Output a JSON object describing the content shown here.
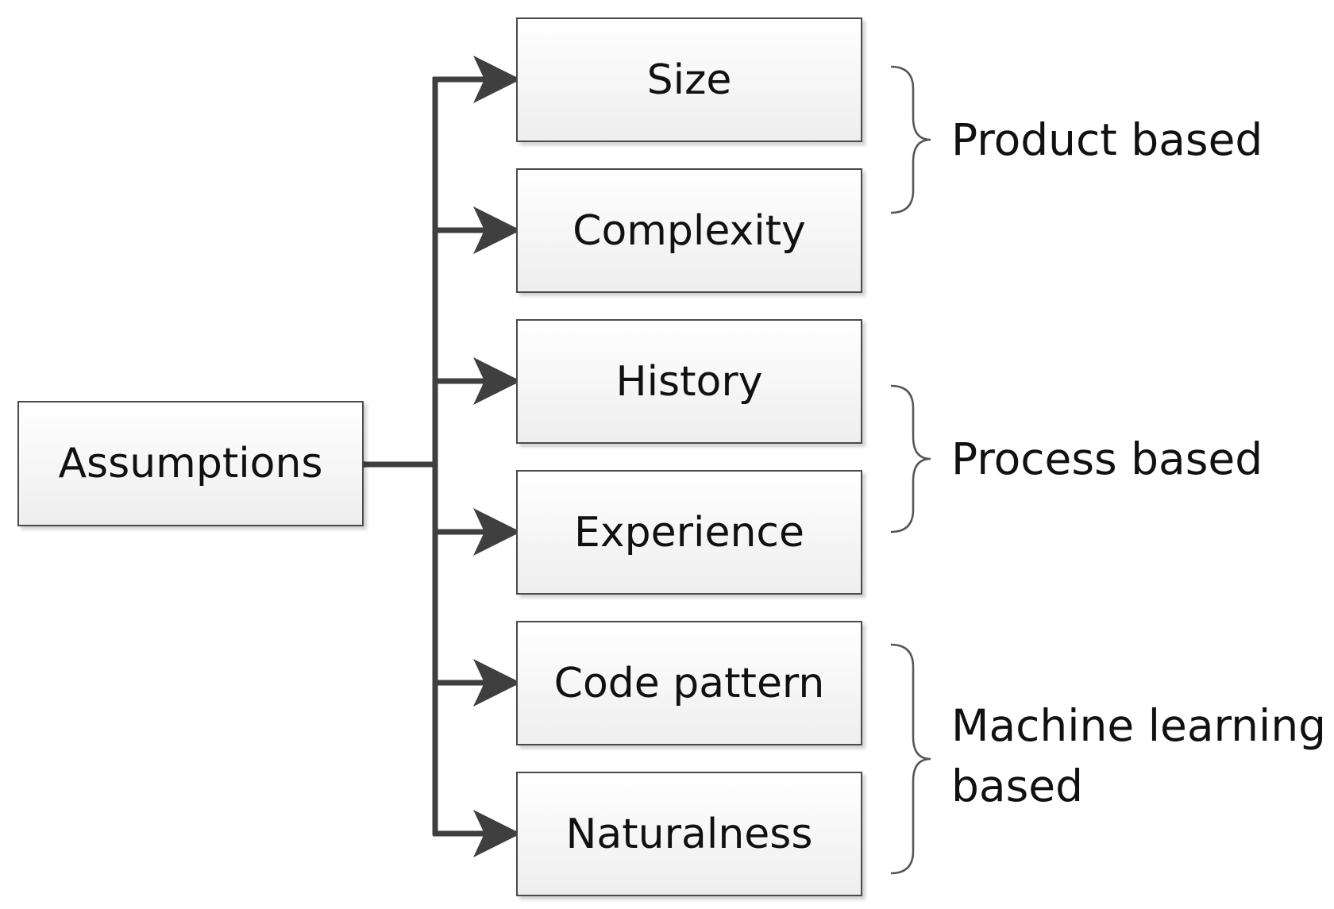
{
  "diagram": {
    "root": {
      "label": "Assumptions"
    },
    "items": [
      {
        "label": "Size"
      },
      {
        "label": "Complexity"
      },
      {
        "label": "History"
      },
      {
        "label": "Experience"
      },
      {
        "label": "Code pattern"
      },
      {
        "label": "Naturalness"
      }
    ],
    "groups": [
      {
        "label": "Product based"
      },
      {
        "label": "Process based"
      },
      {
        "label": "Machine learning",
        "label_line2": "based"
      }
    ],
    "colors": {
      "connector": "#3f3f3f",
      "box_border": "#4a4a4a",
      "brace": "#555555",
      "text": "#111111"
    }
  }
}
